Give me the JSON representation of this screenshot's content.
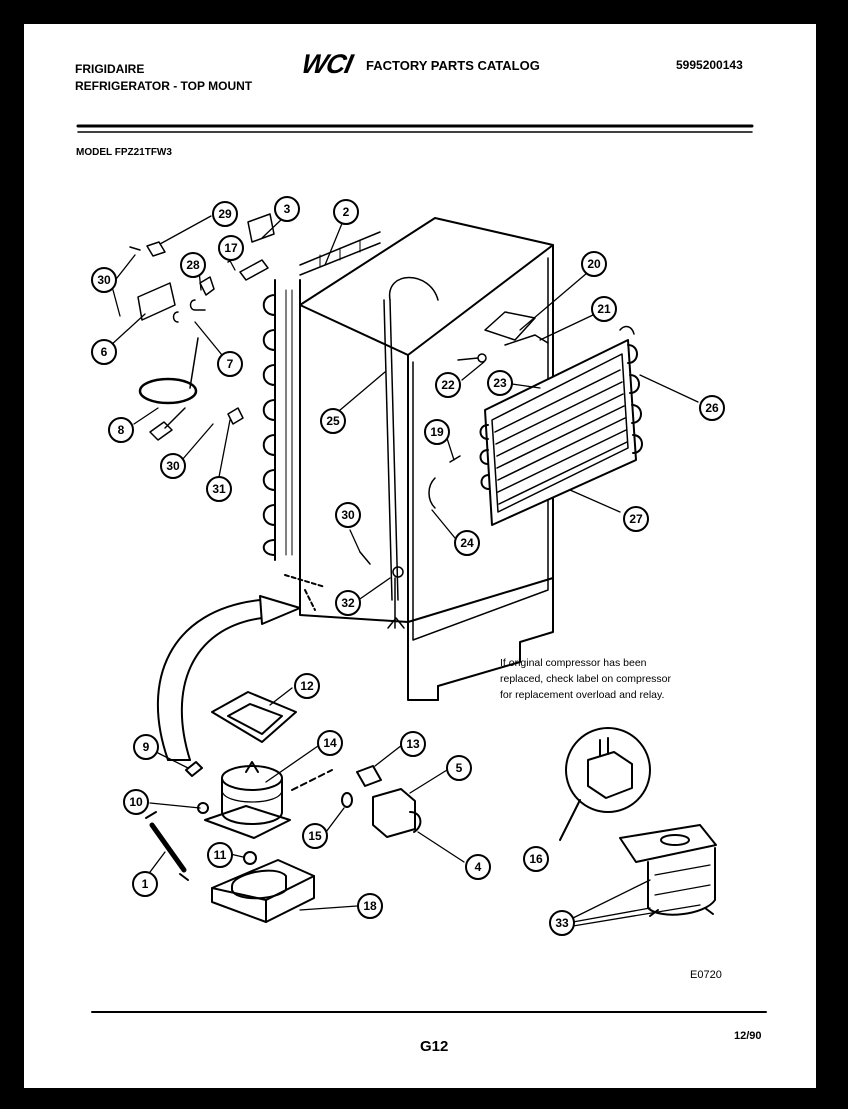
{
  "header": {
    "brand": "FRIGIDAIRE",
    "product": "REFRIGERATOR - TOP MOUNT",
    "logo_text": "WCI",
    "catalog_title": "FACTORY PARTS CATALOG",
    "catalog_number": "5995200143",
    "model": "MODEL FPZ21TFW3"
  },
  "note": [
    "If original compressor has been",
    "replaced, check label on compressor",
    "for replacement overload and relay."
  ],
  "footer": {
    "figure_code": "E0720",
    "page": "G12",
    "date": "12/90"
  },
  "callouts": [
    {
      "n": "29"
    },
    {
      "n": "3"
    },
    {
      "n": "2"
    },
    {
      "n": "17"
    },
    {
      "n": "28"
    },
    {
      "n": "30"
    },
    {
      "n": "6"
    },
    {
      "n": "7"
    },
    {
      "n": "8"
    },
    {
      "n": "30"
    },
    {
      "n": "31"
    },
    {
      "n": "20"
    },
    {
      "n": "21"
    },
    {
      "n": "22"
    },
    {
      "n": "23"
    },
    {
      "n": "26"
    },
    {
      "n": "25"
    },
    {
      "n": "19"
    },
    {
      "n": "27"
    },
    {
      "n": "24"
    },
    {
      "n": "30"
    },
    {
      "n": "32"
    },
    {
      "n": "12"
    },
    {
      "n": "9"
    },
    {
      "n": "14"
    },
    {
      "n": "13"
    },
    {
      "n": "5"
    },
    {
      "n": "10"
    },
    {
      "n": "15"
    },
    {
      "n": "16"
    },
    {
      "n": "11"
    },
    {
      "n": "4"
    },
    {
      "n": "1"
    },
    {
      "n": "18"
    },
    {
      "n": "33"
    }
  ]
}
